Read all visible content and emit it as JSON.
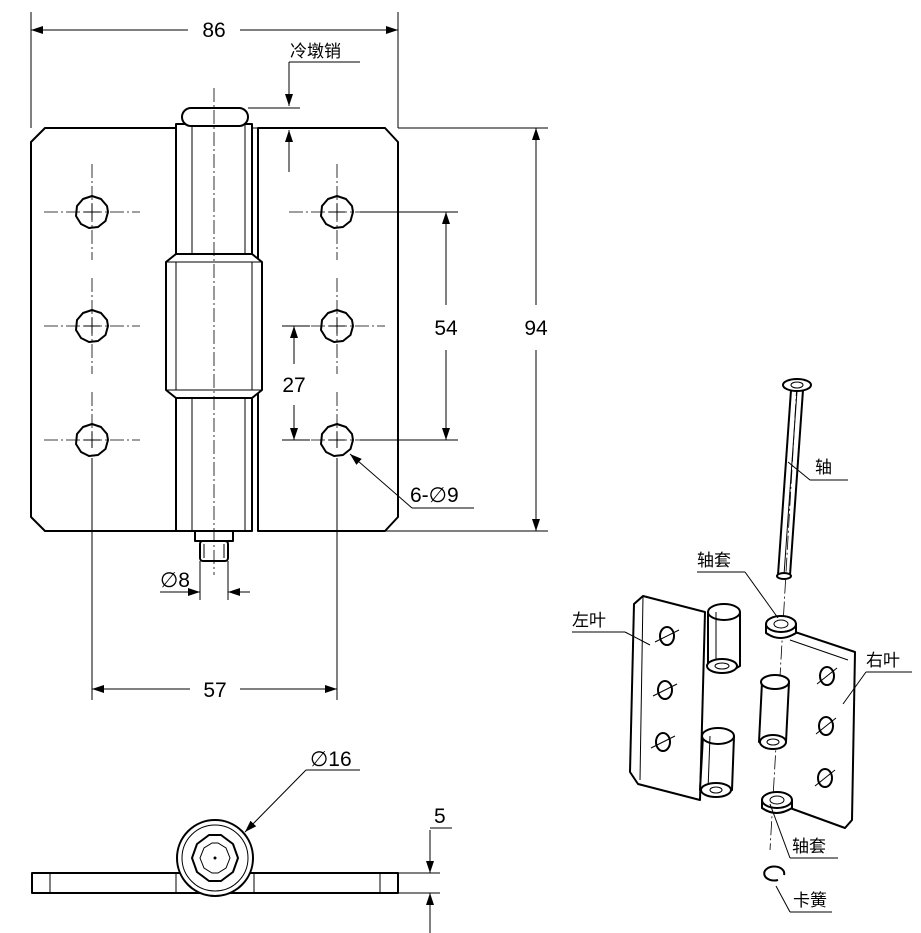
{
  "dimensions": {
    "overall_width": "86",
    "overall_height": "94",
    "hole_span_vertical": "54",
    "hole_pitch": "27",
    "hole_span_horizontal": "57",
    "hole_spec": "6-∅9",
    "pin_diameter": "∅8",
    "knuckle_diameter": "∅16",
    "plate_thickness": "5"
  },
  "labels": {
    "cold_heading_pin": "冷墩销",
    "shaft": "轴",
    "sleeve_top": "轴套",
    "left_leaf": "左叶",
    "right_leaf": "右叶",
    "sleeve_bottom": "轴套",
    "circlip": "卡簧"
  }
}
